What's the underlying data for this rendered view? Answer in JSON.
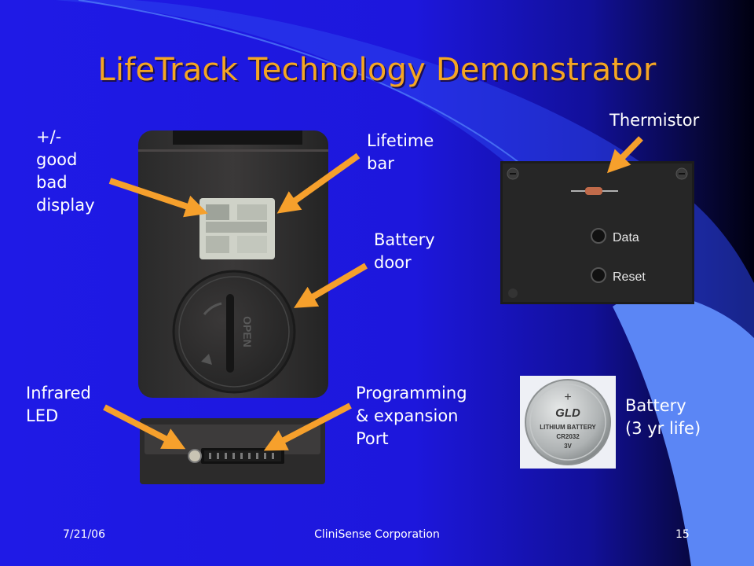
{
  "slide": {
    "title": "LifeTrack Technology Demonstrator",
    "labels": {
      "pm_display": [
        "+/-",
        "good",
        "bad",
        "display"
      ],
      "lifetime_bar": [
        "Lifetime",
        "bar"
      ],
      "battery_door": [
        "Battery",
        "door"
      ],
      "infrared_led": [
        "Infrared",
        "LED"
      ],
      "programming_port": [
        "Programming",
        "& expansion",
        "Port"
      ],
      "thermistor": "Thermistor",
      "battery_life": [
        "Battery",
        "(3 yr life)"
      ]
    },
    "device": {
      "door_text": "OPEN"
    },
    "board": {
      "data_label": "Data",
      "reset_label": "Reset"
    },
    "coin_cell": {
      "lines": [
        "+",
        "GLD",
        "LITHIUM BATTERY",
        "CR2032",
        "3V"
      ]
    },
    "footer": {
      "date": "7/21/06",
      "company": "CliniSense Corporation",
      "page": "15"
    },
    "colors": {
      "title": "#f5a623",
      "arrow": "#f6a02c",
      "background": "#1f1ae6",
      "swoosh": "#5b86f5"
    }
  }
}
